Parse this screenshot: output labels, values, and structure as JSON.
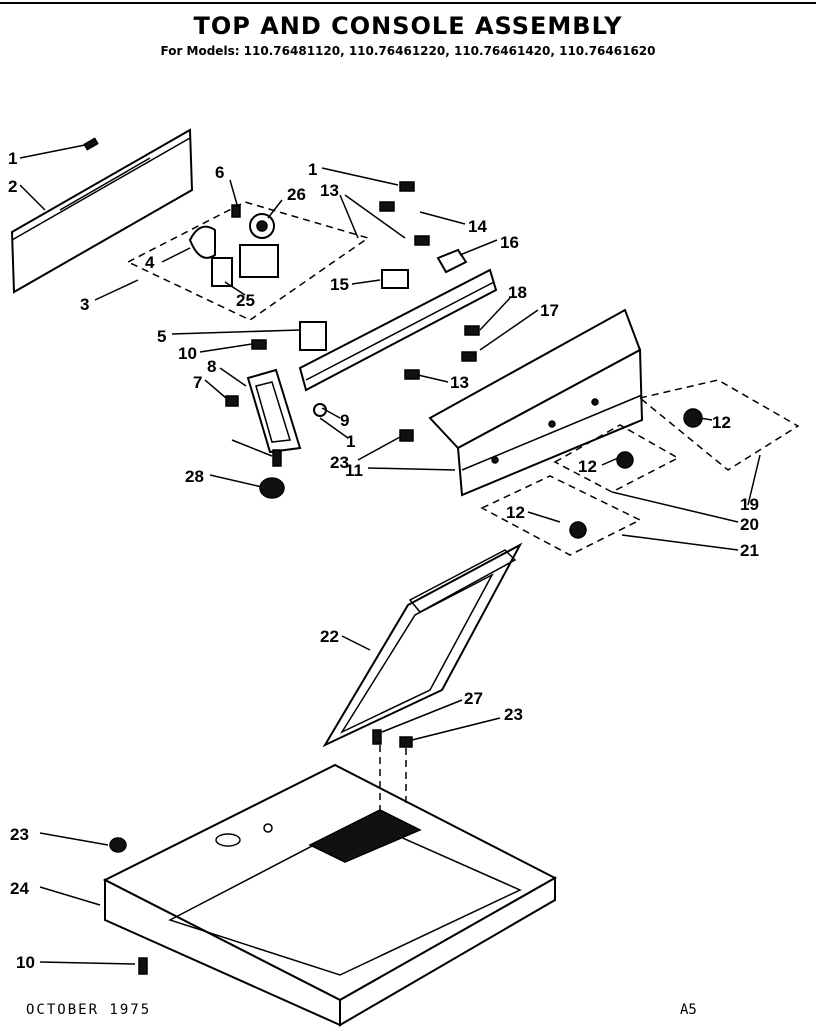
{
  "title": "TOP AND CONSOLE ASSEMBLY",
  "models_line": "For Models: 110.76481120, 110.76461220, 110.76461420, 110.76461620",
  "footer": {
    "date": "OCTOBER 1975",
    "code": "A5"
  },
  "callouts": [
    "1",
    "2",
    "3",
    "4",
    "5",
    "6",
    "25",
    "26",
    "1",
    "13",
    "14",
    "16",
    "15",
    "18",
    "17",
    "10",
    "8",
    "7",
    "9",
    "1",
    "13",
    "23",
    "11",
    "12",
    "19",
    "12",
    "20",
    "12",
    "21",
    "28",
    "22",
    "27",
    "23",
    "23",
    "24",
    "10"
  ]
}
